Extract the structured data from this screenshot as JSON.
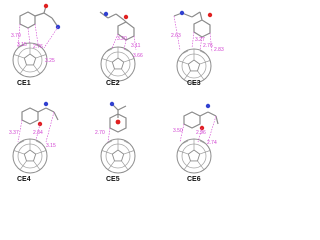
{
  "panels": [
    {
      "id": "ce1",
      "label": "CE1",
      "distances": [
        "3.70",
        "2.76",
        "3.15",
        "3.25"
      ]
    },
    {
      "id": "ce2",
      "label": "CE2",
      "distances": [
        "3.20",
        "3.11",
        "3.66"
      ]
    },
    {
      "id": "ce3",
      "label": "CE3",
      "distances": [
        "2.63",
        "3.27",
        "2.76",
        "2.83"
      ]
    },
    {
      "id": "ce4",
      "label": "CE4",
      "distances": [
        "3.37",
        "2.84",
        "3.15"
      ]
    },
    {
      "id": "ce5",
      "label": "CE5",
      "distances": [
        "2.70"
      ]
    },
    {
      "id": "ce6",
      "label": "CE6",
      "distances": [
        "3.50",
        "2.96",
        "2.74"
      ]
    }
  ],
  "colors": {
    "carbon": "#9a9a9a",
    "oxygen": "#e02020",
    "nitrogen": "#3040d0",
    "distance": "#d040d0"
  }
}
